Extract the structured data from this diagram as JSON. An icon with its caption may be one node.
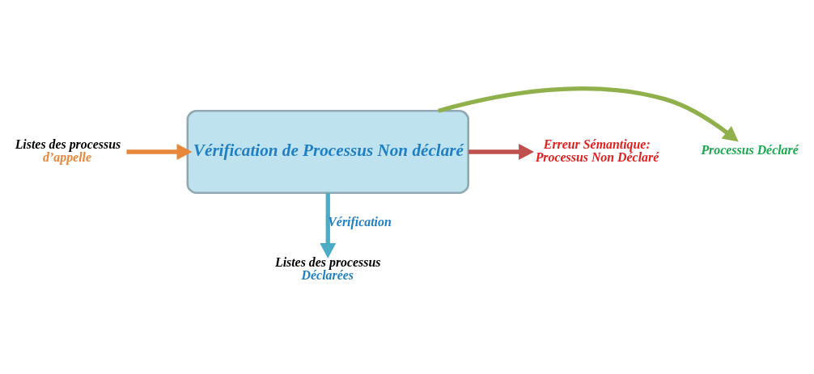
{
  "diagram": {
    "nodes": [
      {
        "text": [
          "Listes des processus",
          "d’appelle"
        ]
      },
      {
        "text": [
          "Vérification de Processus Non déclaré"
        ]
      },
      {
        "text": [
          "Processus Déclaré"
        ]
      },
      {
        "text": [
          "Erreur Sémantique:",
          "Processus Non Déclaré"
        ]
      },
      {
        "text": [
          "Listes des processus",
          "Déclarées"
        ]
      }
    ],
    "edges": [
      {
        "from": 0,
        "to": 1,
        "arrow": "to",
        "color": "#e8873a"
      },
      {
        "from": 1,
        "to": 2,
        "arrow": "to",
        "color": "#8fb04a"
      },
      {
        "from": 1,
        "to": 3,
        "arrow": "to",
        "color": "#c0504d"
      },
      {
        "from": 1,
        "to": 4,
        "arrow": "to",
        "label": "Vérification",
        "color": "#4bacc6"
      }
    ]
  }
}
